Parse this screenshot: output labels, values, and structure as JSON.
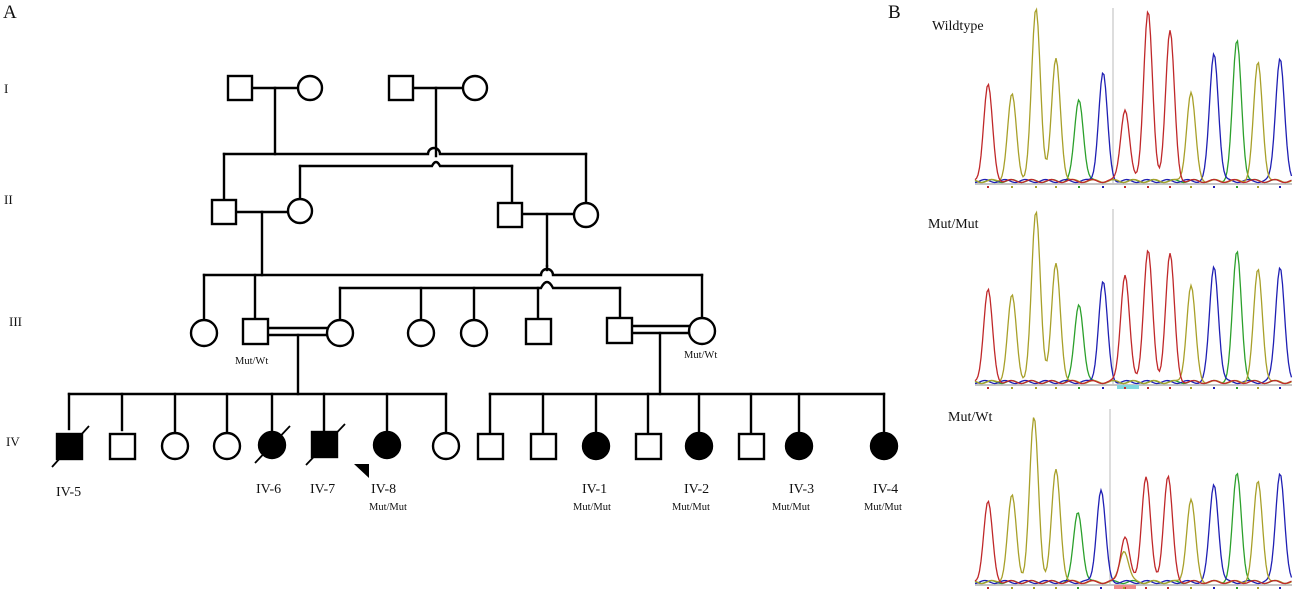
{
  "panel_a": {
    "letter": "A",
    "generations": [
      "I",
      "II",
      "III",
      "IV"
    ],
    "individual_labels": {
      "iv5": "IV-5",
      "iv6": "IV-6",
      "iv7": "IV-7",
      "iv8": "IV-8",
      "iv1": "IV-1",
      "iv2": "IV-2",
      "iv3": "IV-3",
      "iv4": "IV-4"
    },
    "genotypes": {
      "iii_male_a": "Mut/Wt",
      "iii_female_b": "Mut/Wt",
      "iv8": "Mut/Mut",
      "iv1": "Mut/Mut",
      "iv2": "Mut/Mut",
      "iv3": "Mut/Mut",
      "iv4": "Mut/Mut"
    },
    "symbols": {
      "generation_I": [
        {
          "sex": "male",
          "affected": false
        },
        {
          "sex": "female",
          "affected": false
        },
        {
          "sex": "male",
          "affected": false
        },
        {
          "sex": "female",
          "affected": false
        }
      ],
      "generation_II": [
        {
          "sex": "male",
          "affected": false
        },
        {
          "sex": "female",
          "affected": false
        },
        {
          "sex": "male",
          "affected": false
        },
        {
          "sex": "female",
          "affected": false
        }
      ],
      "generation_III": [
        {
          "sex": "female",
          "affected": false
        },
        {
          "sex": "male",
          "affected": false
        },
        {
          "sex": "female",
          "affected": false
        },
        {
          "sex": "female",
          "affected": false
        },
        {
          "sex": "female",
          "affected": false
        },
        {
          "sex": "male",
          "affected": false
        },
        {
          "sex": "male",
          "affected": false
        },
        {
          "sex": "female",
          "affected": false
        }
      ],
      "generation_IV_family_a": [
        {
          "sex": "male",
          "affected": true,
          "deceased": true
        },
        {
          "sex": "male",
          "affected": false
        },
        {
          "sex": "female",
          "affected": false
        },
        {
          "sex": "female",
          "affected": false
        },
        {
          "sex": "female",
          "affected": true,
          "deceased": true
        },
        {
          "sex": "male",
          "affected": true,
          "deceased": true
        },
        {
          "sex": "female",
          "affected": true,
          "proband": true
        },
        {
          "sex": "female",
          "affected": false
        }
      ],
      "generation_IV_family_b": [
        {
          "sex": "male",
          "affected": false
        },
        {
          "sex": "male",
          "affected": false
        },
        {
          "sex": "female",
          "affected": true
        },
        {
          "sex": "male",
          "affected": false
        },
        {
          "sex": "female",
          "affected": true
        },
        {
          "sex": "male",
          "affected": false
        },
        {
          "sex": "female",
          "affected": true
        },
        {
          "sex": "female",
          "affected": true
        }
      ]
    },
    "legend_colors": {
      "line": "#000000",
      "affected_fill": "#000000",
      "unaffected_fill": "#ffffff"
    }
  },
  "panel_b": {
    "letter": "B",
    "traces": [
      {
        "label": "Wildtype",
        "variant": "wt"
      },
      {
        "label": "Mut/Mut",
        "variant": "mm"
      },
      {
        "label": "Mut/Wt",
        "variant": "het"
      }
    ],
    "base_colors": {
      "A": "#2ca02c",
      "C": "#1f1fb4",
      "G": "#a8a02a",
      "T": "#c0282a"
    },
    "highlight_colors": {
      "mm": "#7fd8e0",
      "het": "#f08a8a"
    }
  }
}
